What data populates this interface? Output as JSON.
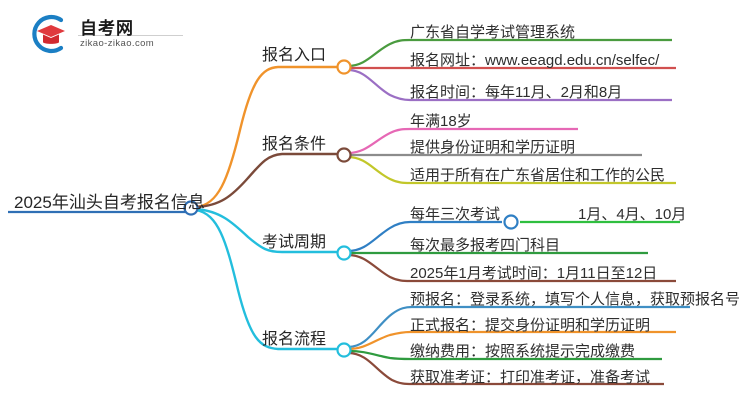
{
  "logo": {
    "name": "自考网",
    "domain": "zikao-zikao.com",
    "mark_icon": "graduation-cap-icon",
    "colors": {
      "ring": "#1b7fc4",
      "cap": "#e03a3e"
    }
  },
  "mindmap": {
    "root": {
      "label": "2025年汕头自考报名信息",
      "color": "#2f6fb5"
    },
    "branches": [
      {
        "label": "报名入口",
        "color": "#f0932b",
        "children": [
          {
            "label": "广东省自学考试管理系统",
            "color": "#4a9b3f"
          },
          {
            "label": "报名网址：www.eeagd.edu.cn/selfec/",
            "color": "#d1504f"
          },
          {
            "label": "报名时间：每年11月、2月和8月",
            "color": "#9b6fc4"
          }
        ]
      },
      {
        "label": "报名条件",
        "color": "#7b4a3a",
        "children": [
          {
            "label": "年满18岁",
            "color": "#e668b5"
          },
          {
            "label": "提供身份证明和学历证明",
            "color": "#8c8c8c"
          },
          {
            "label": "适用于所有在广东省居住和工作的公民",
            "color": "#c2c72a"
          }
        ]
      },
      {
        "label": "考试周期",
        "color": "#23bedd",
        "children": [
          {
            "label": "每年三次考试",
            "color": "#2f7fc4",
            "children": [
              {
                "label": "1月、4月、10月",
                "color": "#2fbf3f"
              }
            ]
          },
          {
            "label": "每次最多报考四门科目",
            "color": "#2f9b3f"
          },
          {
            "label": "2025年1月考试时间：1月11日至12日",
            "color": "#8b4a3a"
          }
        ]
      },
      {
        "label": "报名流程",
        "color": "#23bedd",
        "children": [
          {
            "label": "预报名：登录系统，填写个人信息，获取预报名号",
            "color": "#3f8fc4"
          },
          {
            "label": "正式报名：提交身份证明和学历证明",
            "color": "#f0932b"
          },
          {
            "label": "缴纳费用：按照系统提示完成缴费",
            "color": "#2f9b3f"
          },
          {
            "label": "获取准考证：打印准考证，准备考试",
            "color": "#8b4a3a"
          }
        ]
      }
    ]
  }
}
